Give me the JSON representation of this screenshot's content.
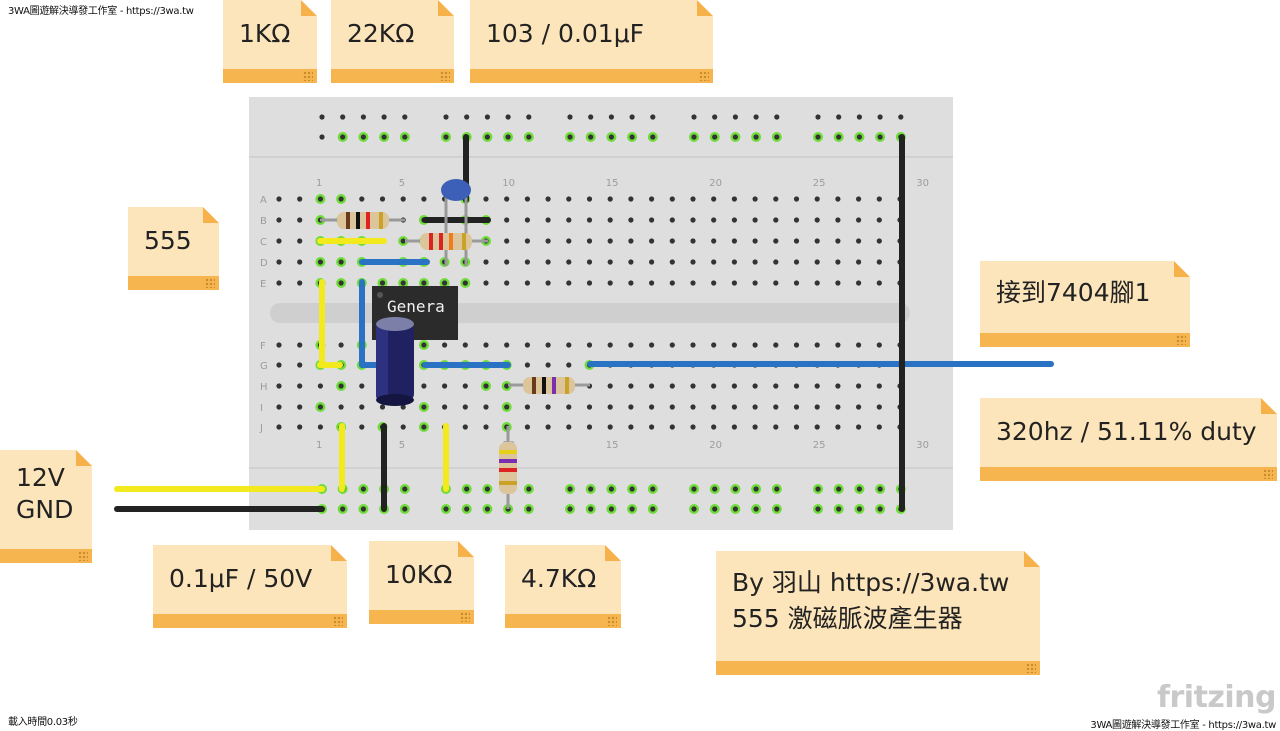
{
  "header": {
    "top_left": "3WA圖遊解決導發工作室 - https://3wa.tw",
    "bottom_left": "載入時間0.03秒",
    "bottom_right": "3WA圖遊解決導發工作室 - https://3wa.tw",
    "brand": "fritzing"
  },
  "labels": {
    "r1": "1KΩ",
    "r2": "22KΩ",
    "cap_ceramic": "103 / 0.01μF",
    "ic": "555",
    "output": "接到7404腳1",
    "frequency": "320hz / 51.11% duty",
    "power_line1": "12V",
    "power_line2": "GND",
    "cap_electrolytic": "0.1μF / 50V",
    "r3": "10KΩ",
    "r4": "4.7KΩ",
    "credit_line1": "By 羽山 https://3wa.tw",
    "credit_line2": "555 激磁脈波產生器"
  },
  "breadboard": {
    "chip_label": "Genera",
    "column_numbers": [
      "1",
      "5",
      "10",
      "15",
      "20",
      "25",
      "30"
    ],
    "row_letters_top": [
      "A",
      "B",
      "C",
      "D",
      "E"
    ],
    "row_letters_bottom": [
      "F",
      "G",
      "H",
      "I",
      "J"
    ]
  },
  "colors": {
    "board": "#dedede",
    "note_bg": "#fde5bb",
    "note_bar": "#f6b54f",
    "wire_yellow": "#f2ea1c",
    "wire_black": "#222222",
    "wire_blue": "#2a72c4",
    "hole_active": "#6fdc3a",
    "hole": "#333333"
  }
}
